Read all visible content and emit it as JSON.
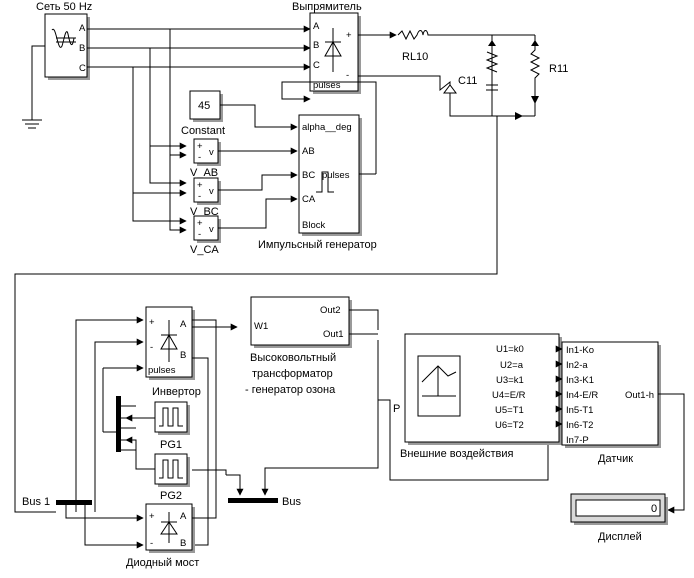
{
  "diagram": {
    "blocks": {
      "network": {
        "title": "Сеть 50 Hz",
        "ports": [
          "A",
          "B",
          "C"
        ]
      },
      "rectifier": {
        "title": "Выпрямитель",
        "ports_in": [
          "A",
          "B",
          "C"
        ],
        "ports_out": [
          "+",
          "-"
        ],
        "port_pulses": "pulses"
      },
      "rl": {
        "label": "RL10"
      },
      "cap": {
        "label": "C11"
      },
      "res": {
        "label": "R11"
      },
      "constant": {
        "value": "45",
        "label": "Constant"
      },
      "vab": {
        "label": "V_AB"
      },
      "vbc": {
        "label": "V_BC"
      },
      "vca": {
        "label": "V_CA"
      },
      "vm_plus": "+",
      "vm_minus": "-",
      "vm_v": "v",
      "pulse_gen": {
        "title": "Импульсный генератор",
        "ports": [
          "alpha__deg",
          "AB",
          "BC",
          "CA",
          "Block"
        ],
        "out": "pulses"
      },
      "inverter": {
        "title": "Инвертор",
        "ports": [
          "+",
          "-"
        ],
        "ports_out": [
          "A",
          "B"
        ],
        "port_pulses": "pulses"
      },
      "pg1": {
        "label": "PG1"
      },
      "pg2": {
        "label": "PG2"
      },
      "diode_bridge": {
        "title": "Диодный мост",
        "ports": [
          "+",
          "-"
        ],
        "ports_out": [
          "A",
          "B"
        ]
      },
      "bus1": {
        "label": "Bus 1"
      },
      "bus": {
        "label": "Bus"
      },
      "transformer": {
        "title_line1": "Высоковольтный",
        "title_line2": "трансформатор",
        "title_line3": "- генератор озона",
        "port_in": "W1",
        "ports_out": [
          "Out2",
          "Out1"
        ]
      },
      "external": {
        "title": "Внешние воздействия",
        "outputs": [
          "U1=k0",
          "U2=a",
          "U3=k1",
          "U4=E/R",
          "U5=T1",
          "U6=T2"
        ],
        "p_label": "P"
      },
      "sensor": {
        "title": "Датчик",
        "inputs": [
          "In1-Ko",
          "In2-a",
          "In3-K1",
          "In4-E/R",
          "In5-T1",
          "In6-T2",
          "In7-P"
        ],
        "output": "Out1-h"
      },
      "display": {
        "title": "Дисплей",
        "value": "0"
      }
    }
  }
}
